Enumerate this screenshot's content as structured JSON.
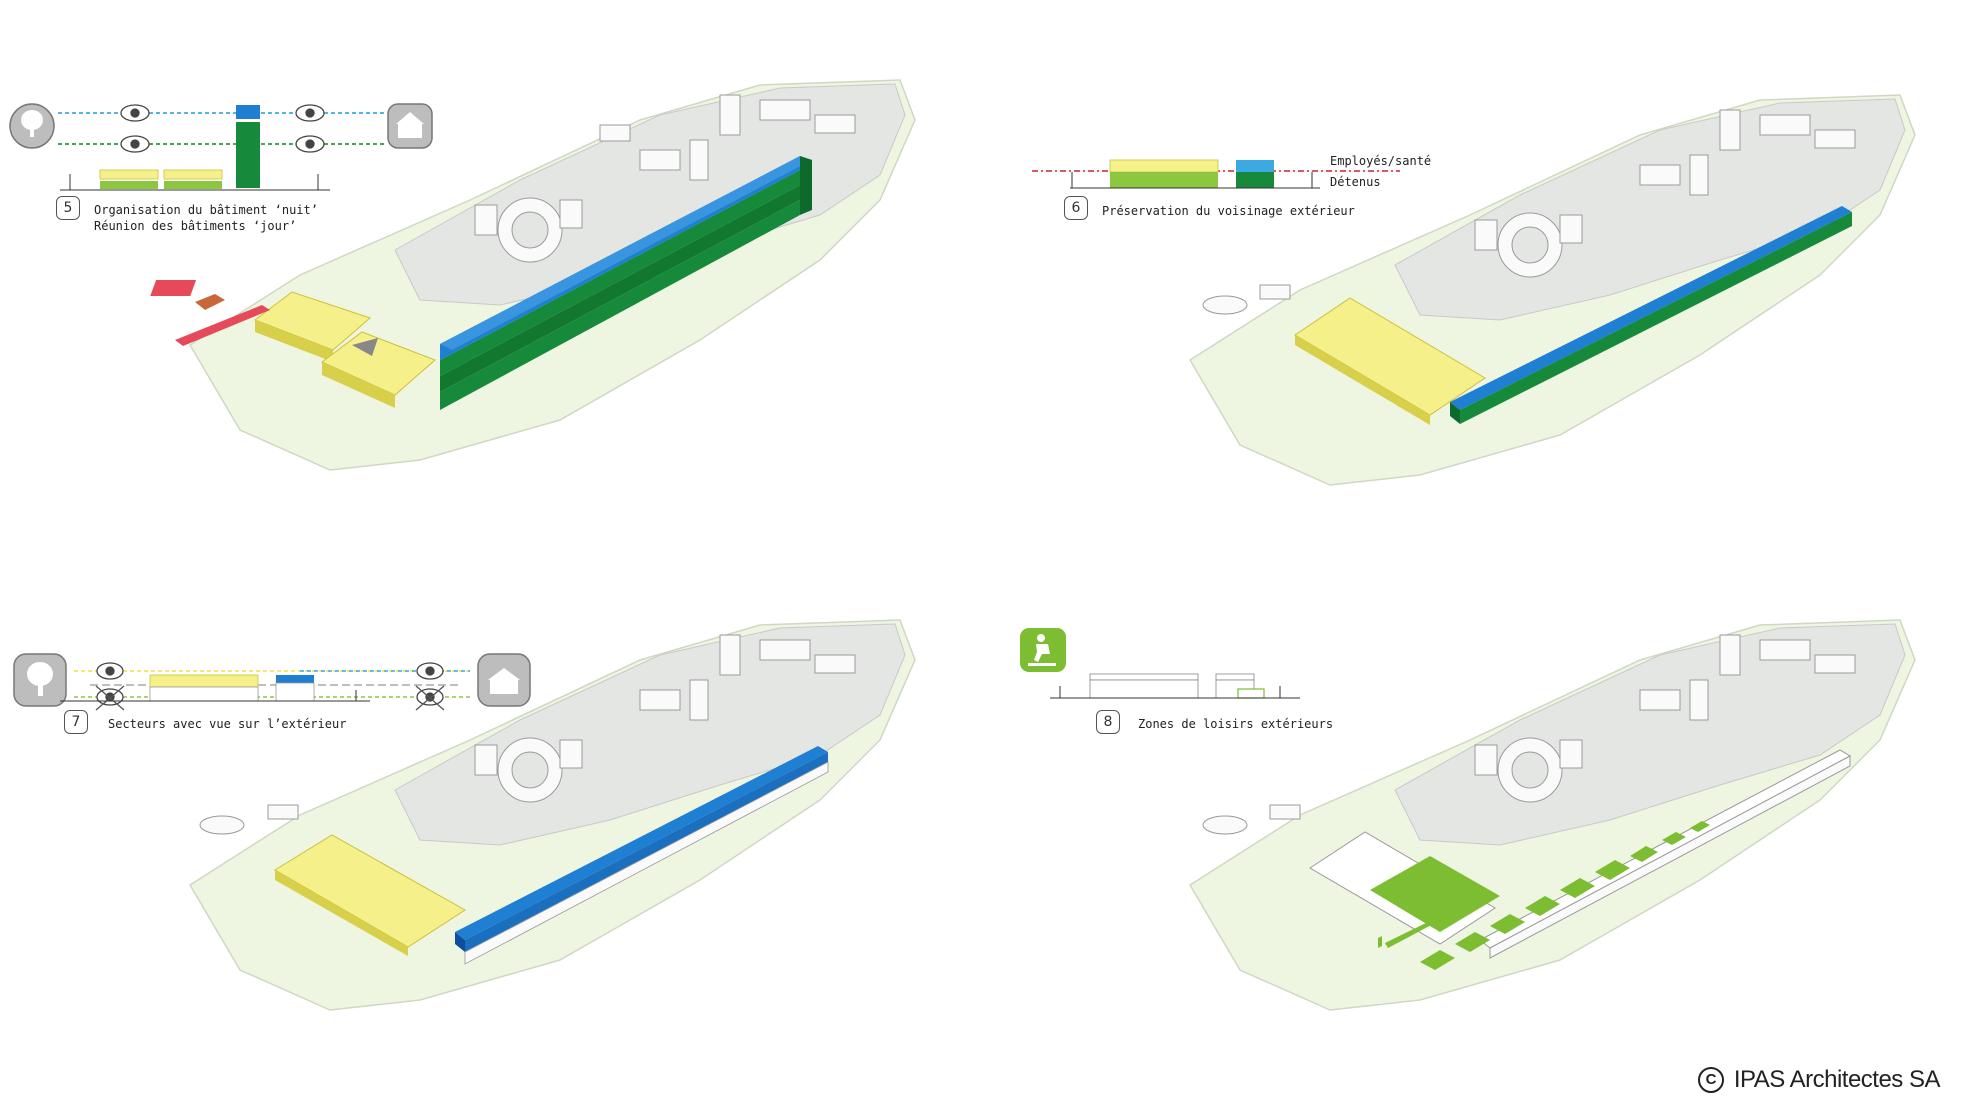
{
  "panels": [
    {
      "number": "5",
      "caption_lines": [
        "Organisation du bâtiment ‘nuit’",
        "Réunion des bâtiments ‘jour’"
      ]
    },
    {
      "number": "6",
      "caption_lines": [
        "Préservation du voisinage extérieur"
      ],
      "legend": {
        "top": "Employés/santé",
        "bottom": "Détenus"
      }
    },
    {
      "number": "7",
      "caption_lines": [
        "Secteurs avec vue sur l’extérieur"
      ]
    },
    {
      "number": "8",
      "caption_lines": [
        "Zones de loisirs extérieurs"
      ]
    }
  ],
  "copyright": {
    "symbol": "C",
    "text": "IPAS Architectes SA"
  },
  "colors": {
    "yellow": "#f6f08a",
    "blue": "#1f7fd2",
    "green_dark": "#168a3a",
    "green_light": "#8dc63f",
    "red": "#e64a5a",
    "orange": "#c8683a",
    "grey_site": "#e4e6e4",
    "site_green": "#eef5e0",
    "dash_blue": "#3ca9e2",
    "dash_green": "#2c9a3a",
    "dash_red": "#d22030"
  },
  "icons": [
    "tree-icon",
    "eye-icon",
    "eye-crossed-icon",
    "building-icon",
    "leisure-person-icon",
    "copyright-icon"
  ]
}
